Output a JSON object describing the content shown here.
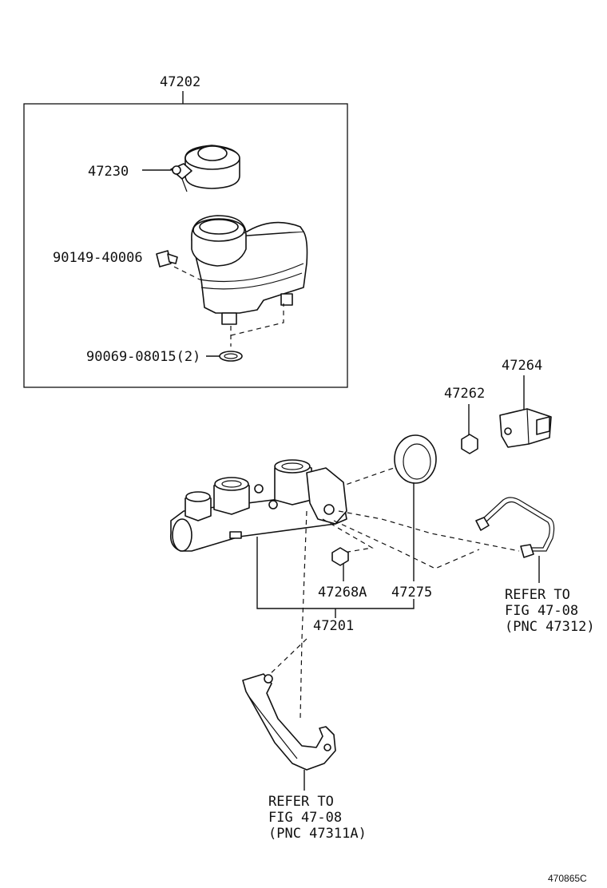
{
  "labels": {
    "assy_reservoir": "47202",
    "cap": "47230",
    "screw": "90149-40006",
    "grommet": "90069-08015(2)",
    "bracket_47264": "47264",
    "nut_47262": "47262",
    "nut_47268a": "47268A",
    "seal_47275": "47275",
    "cylinder_assy": "47201"
  },
  "refs": {
    "tube_ref": [
      "REFER TO",
      "FIG 47-08",
      "(PNC 47312)"
    ],
    "bracket_ref": [
      "REFER TO",
      "FIG 47-08",
      "(PNC 47311A)"
    ]
  },
  "figure_id": "470865C"
}
